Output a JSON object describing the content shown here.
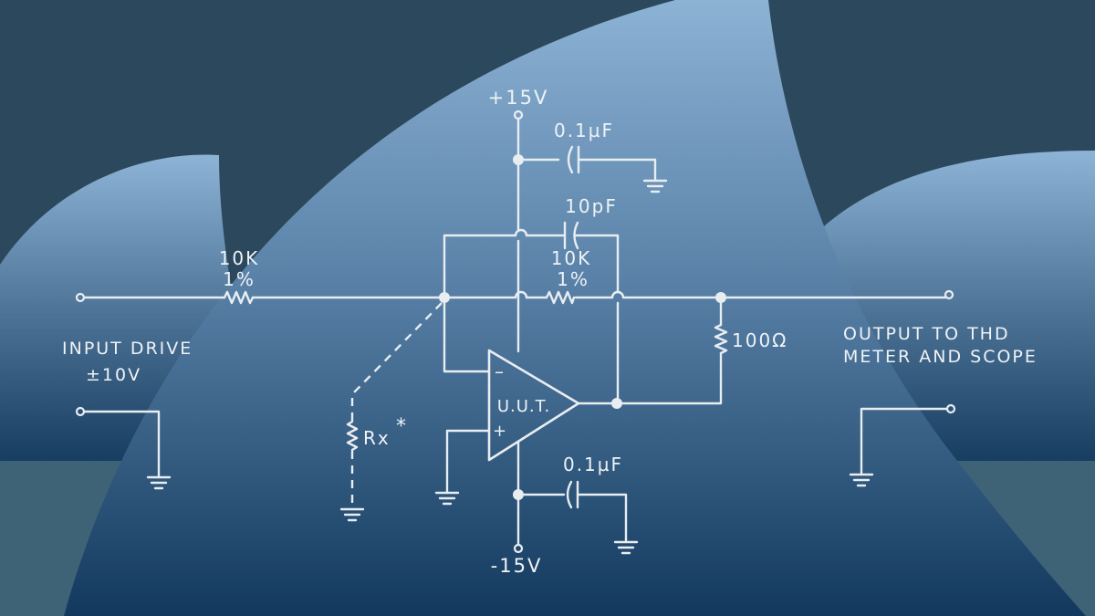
{
  "colors": {
    "background_dark": "#2c4a5e",
    "background_lower": "#3e6276",
    "accent_light": "#8db3d6",
    "accent_deep": "#133a5e",
    "ink": "#e8edf2"
  },
  "labels": {
    "supply_pos": "+15V",
    "supply_neg": "-15V",
    "cap_top": "0.1µF",
    "cap_feedback": "10pF",
    "cap_bottom": "0.1µF",
    "r_in_value": "10K",
    "r_in_tol": "1%",
    "r_fb_value": "10K",
    "r_fb_tol": "1%",
    "r_load": "100Ω",
    "rx": "Rx",
    "rx_mark": "*",
    "opamp": "U.U.T.",
    "opamp_minus": "–",
    "opamp_plus": "+",
    "input_line1": "INPUT DRIVE",
    "input_line2": "±10V",
    "output_line1": "OUTPUT TO THD",
    "output_line2": "METER AND SCOPE"
  }
}
